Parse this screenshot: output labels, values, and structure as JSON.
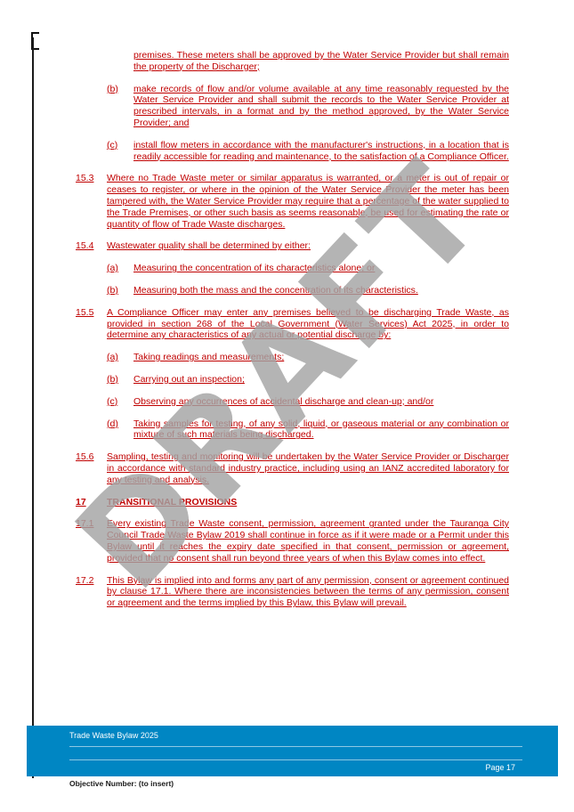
{
  "watermark": "DRAFT",
  "colors": {
    "accent_red": "#c00000",
    "footer_blue": "#0086c3",
    "watermark_gray": "#a3a3a3"
  },
  "content": {
    "clauses": [
      {
        "label": "",
        "indent": 2,
        "heading": false,
        "text": "premises. These meters shall be approved by the Water Service Provider but shall remain the property of the Discharger;"
      },
      {
        "label": "(b)",
        "indent": 1,
        "heading": false,
        "text": "make records of flow and/or volume available at any time reasonably requested by the Water Service Provider and shall submit the records to the Water Service Provider at prescribed intervals, in a format and by the method approved, by the Water Service Provider; and"
      },
      {
        "label": "(c)",
        "indent": 1,
        "heading": false,
        "text": "install flow meters in accordance with the manufacturer's instructions, in a location that is readily accessible for reading and maintenance, to the satisfaction of a Compliance Officer."
      },
      {
        "label": "15.3",
        "indent": 0,
        "heading": false,
        "text": "Where no Trade Waste meter or similar apparatus is warranted, or a meter is out of repair or ceases to register, or where in the opinion of the Water Service Provider the meter has been tampered with, the Water Service Provider may require that a percentage of the water supplied to the Trade Premises, or other such basis as seems reasonable, be used for estimating the rate or quantity of flow of Trade Waste discharges."
      },
      {
        "label": "15.4",
        "indent": 0,
        "heading": false,
        "text": "Wastewater quality shall be determined by either:"
      },
      {
        "label": "(a)",
        "indent": 1,
        "heading": false,
        "text": "Measuring the concentration of its characteristics alone; or"
      },
      {
        "label": "(b)",
        "indent": 1,
        "heading": false,
        "text": "Measuring both the mass and the concentration of its characteristics."
      },
      {
        "label": "15.5",
        "indent": 0,
        "heading": false,
        "text": "A Compliance Officer may enter any premises believed to be discharging Trade Waste, as provided in section 268 of the Local Government (Water Services) Act 2025, in order to determine any characteristics of any actual or potential discharge by:"
      },
      {
        "label": "(a)",
        "indent": 1,
        "heading": false,
        "text": "Taking readings and measurements;"
      },
      {
        "label": "(b)",
        "indent": 1,
        "heading": false,
        "text": "Carrying out an inspection;"
      },
      {
        "label": "(c)",
        "indent": 1,
        "heading": false,
        "text": "Observing any occurrences of accidental discharge and clean-up; and/or"
      },
      {
        "label": "(d)",
        "indent": 1,
        "heading": false,
        "text": "Taking samples for testing, of any solid, liquid, or gaseous material or any combination or mixture of such materials being discharged."
      },
      {
        "label": "15.6",
        "indent": 0,
        "heading": false,
        "text": "Sampling, testing and monitoring will be undertaken by the Water Service Provider or Discharger in accordance with standard industry practice, including using an IANZ accredited laboratory for any testing and analysis."
      },
      {
        "label": "17",
        "indent": 0,
        "heading": true,
        "text": "TRANSITIONAL PROVISIONS"
      },
      {
        "label": "17.1",
        "indent": 0,
        "heading": false,
        "text": "Every existing Trade Waste consent, permission, agreement granted under the Tauranga City Council Trade Waste Bylaw 2019 shall continue in force as if it were made or a Permit under this Bylaw until it reaches the expiry date specified in that consent, permission or agreement, provided that no consent shall run beyond three years of when this Bylaw comes into effect."
      },
      {
        "label": "17.2",
        "indent": 0,
        "heading": false,
        "text": "This Bylaw is implied into and forms any part of any permission, consent or agreement continued by clause 17.1. Where there are inconsistencies between the terms of any permission, consent or agreement and the terms implied by this Bylaw, this Bylaw will prevail."
      }
    ]
  },
  "footer": {
    "doc_title": "Trade Waste Bylaw 2025",
    "page_label": "Page 17",
    "objective_number": "Objective Number: (to insert)"
  }
}
